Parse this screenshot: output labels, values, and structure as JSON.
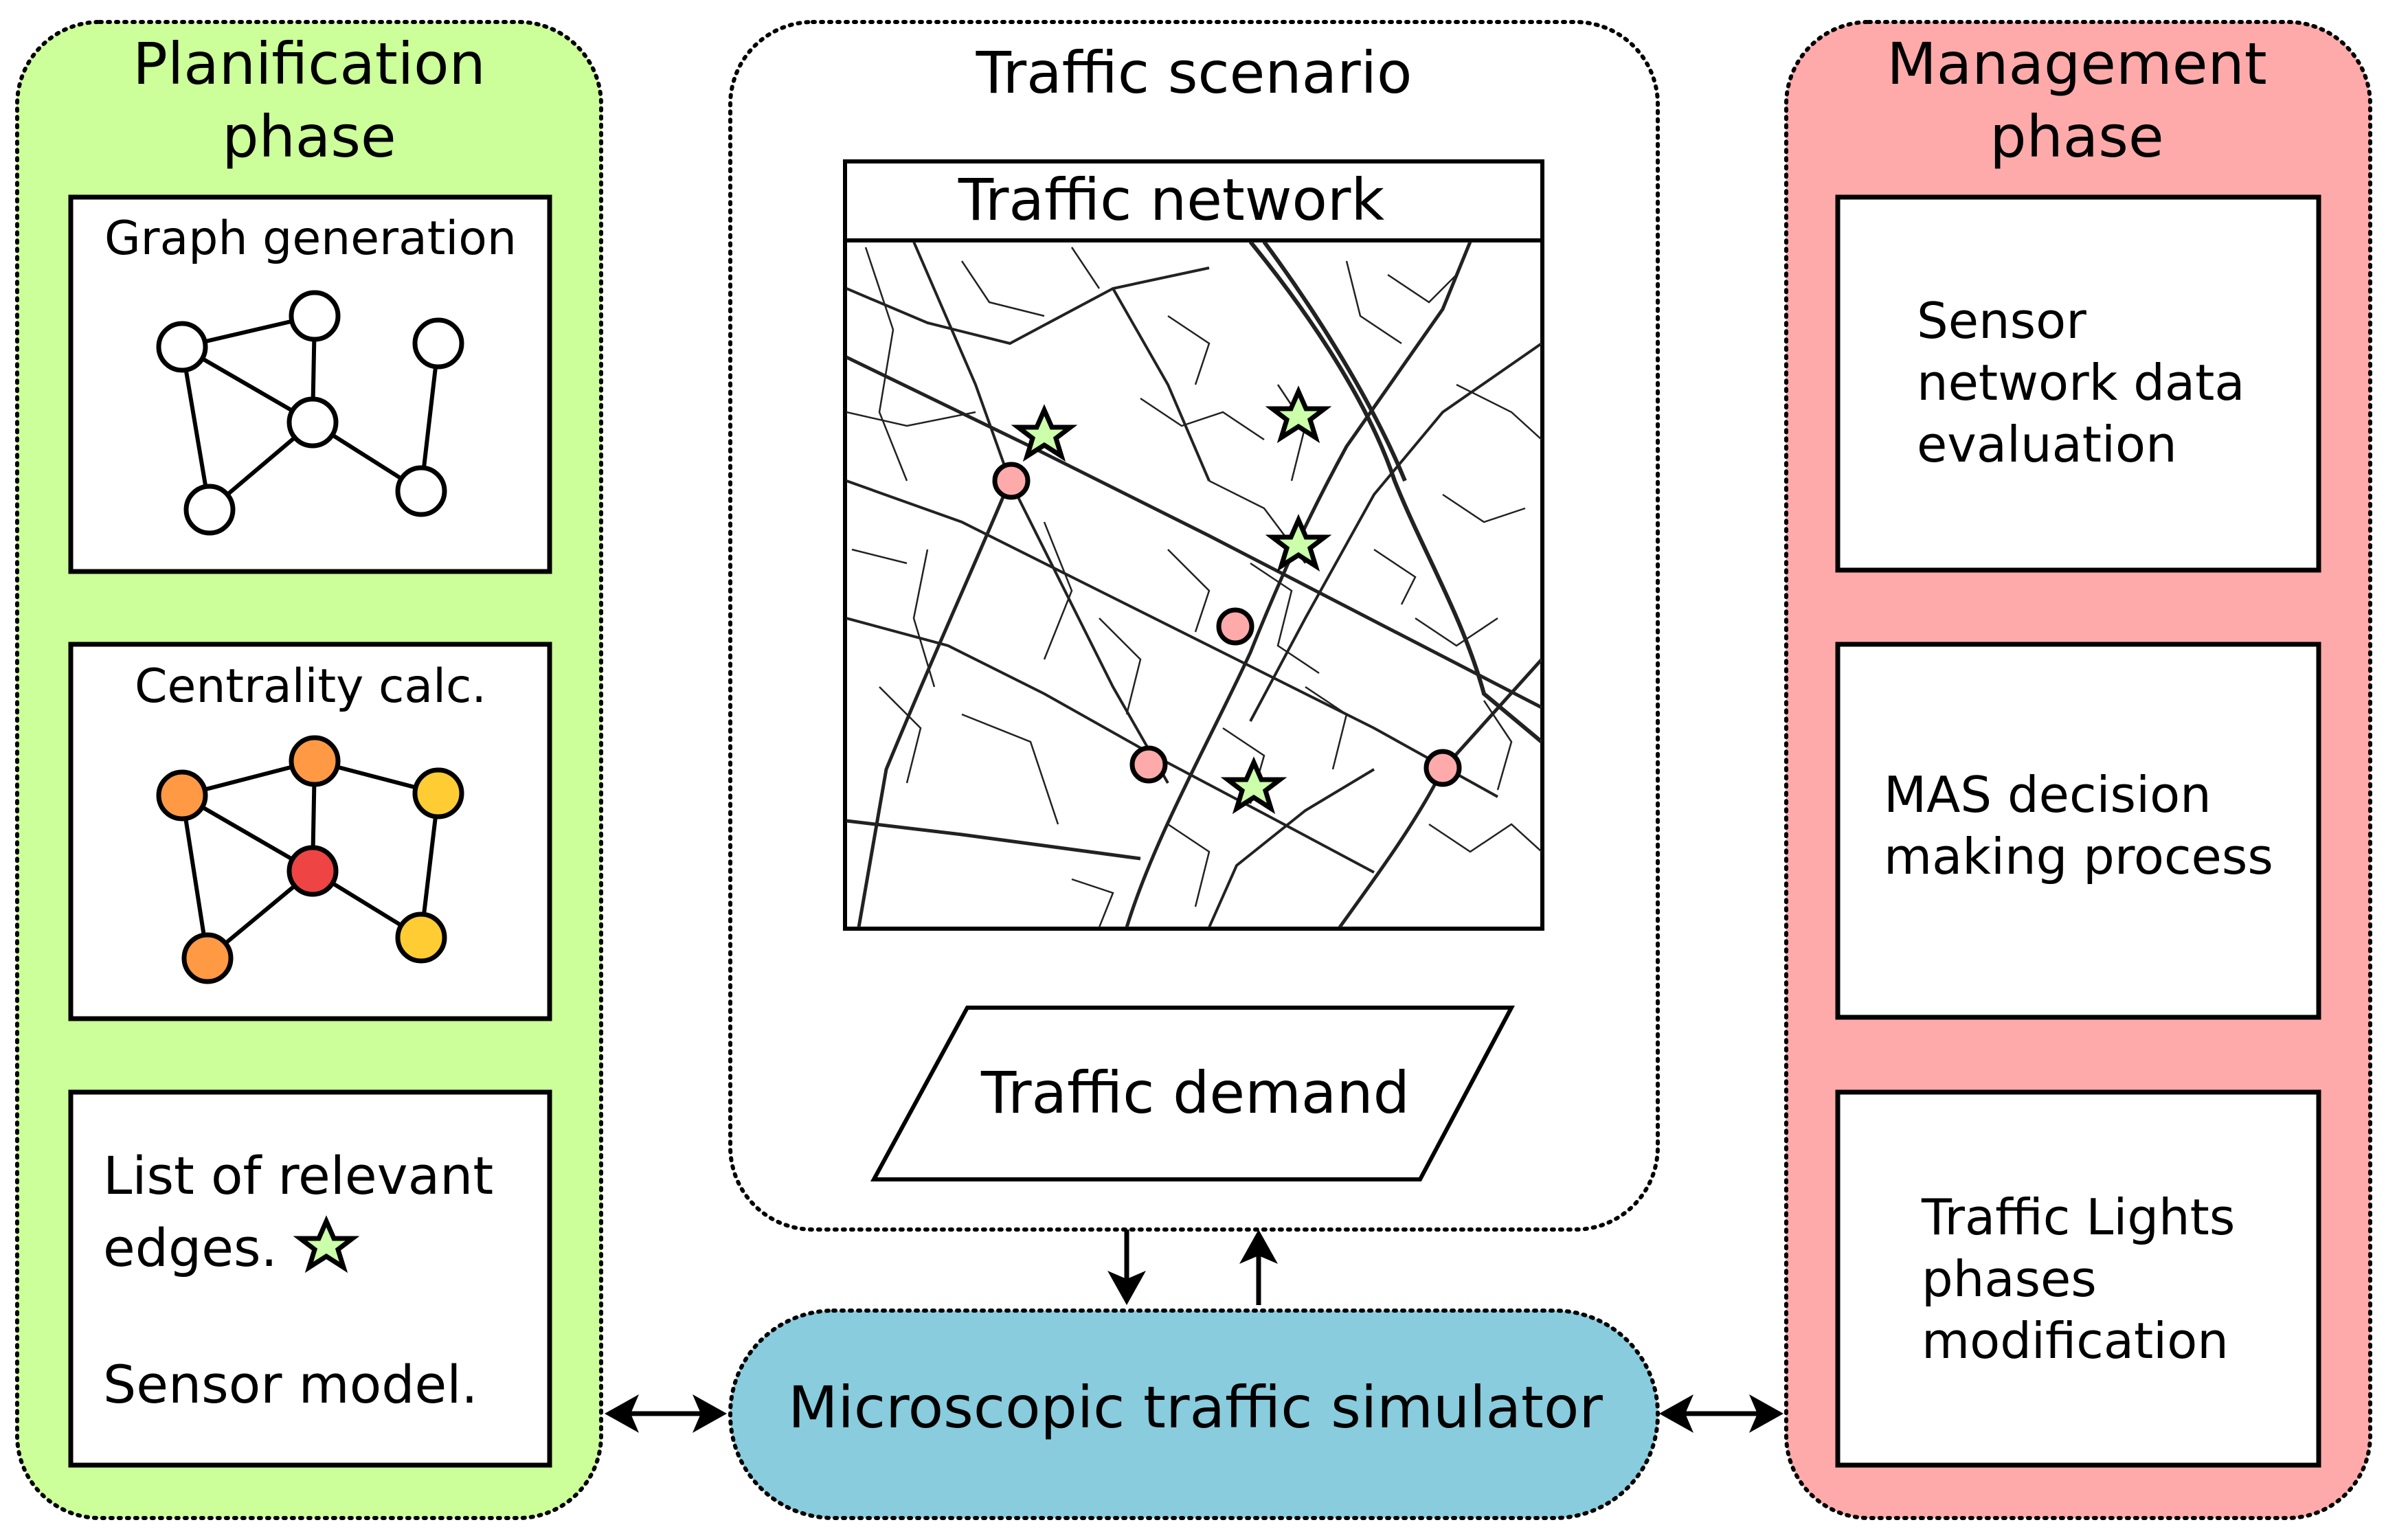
{
  "colors": {
    "planification_bg": "#ccff99",
    "management_bg": "#ffaaaa",
    "simulator_bg": "#88ccdd",
    "sensor_marker": "#ffaaaa",
    "relevant_edge_star": "#ccffaa",
    "centrality_high": "#ee4444",
    "centrality_mid": "#ff9944",
    "centrality_low": "#ffcc33"
  },
  "planification": {
    "title_line1": "Planification",
    "title_line2": "phase",
    "graph_generation": "Graph generation",
    "centrality": "Centrality calc.",
    "list_line1": "List of relevant",
    "list_line2": "edges.",
    "sensor_model": "Sensor model."
  },
  "scenario": {
    "title": "Traffic scenario",
    "network": "Traffic network",
    "demand": "Traffic demand"
  },
  "simulator": {
    "label": "Microscopic traffic simulator"
  },
  "management": {
    "title_line1": "Management",
    "title_line2": "phase",
    "box1_line1": "Sensor",
    "box1_line2": "network data",
    "box1_line3": "evaluation",
    "box2_line1": "MAS decision",
    "box2_line2": "making process",
    "box3_line1": "Traffic Lights",
    "box3_line2": "phases",
    "box3_line3": "modification"
  },
  "icons": {
    "relevant_edge": "star-icon",
    "sensor": "circle-marker-icon"
  }
}
